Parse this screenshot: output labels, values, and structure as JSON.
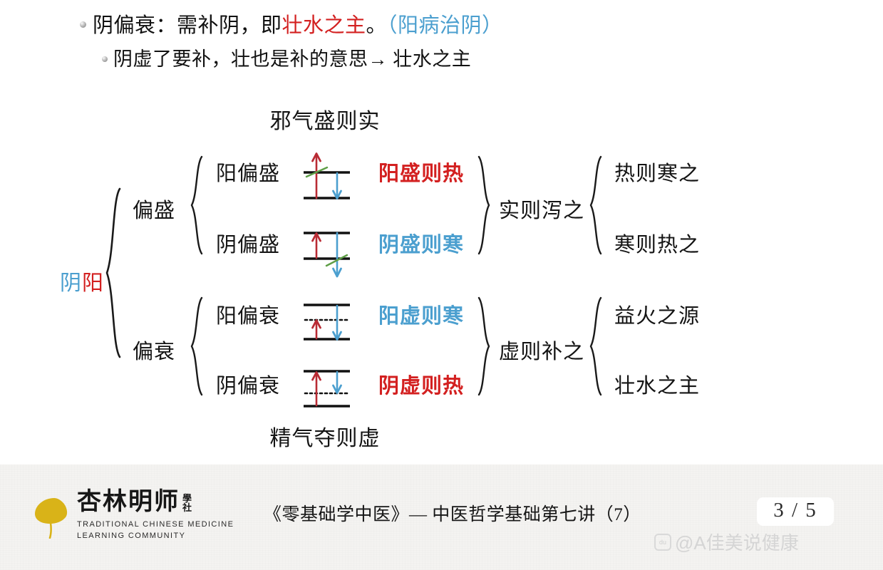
{
  "bullets": [
    {
      "level": 1,
      "segments": [
        {
          "text": "阴偏衰：需补阴，即",
          "color": "black"
        },
        {
          "text": "壮水之主",
          "color": "red"
        },
        {
          "text": "。",
          "color": "black"
        },
        {
          "text": "（阳病治阴）",
          "color": "blue"
        }
      ]
    },
    {
      "level": 2,
      "segments": [
        {
          "text": "阴虚了要补，壮也是补的意思→ 壮水之主",
          "color": "black"
        }
      ]
    }
  ],
  "diagram": {
    "heading_top": "邪气盛则实",
    "heading_bottom": "精气夺则虚",
    "root": {
      "yin": "阴",
      "yang": "阳"
    },
    "groups": [
      {
        "label": "偏盛",
        "summary": "实则泻之"
      },
      {
        "label": "偏衰",
        "summary": "虚则补之"
      }
    ],
    "rows": [
      {
        "cause": "阳偏盛",
        "result": "阳盛则热",
        "result_color": "red",
        "treatment": "热则寒之"
      },
      {
        "cause": "阴偏盛",
        "result": "阴盛则寒",
        "result_color": "blue",
        "treatment": "寒则热之"
      },
      {
        "cause": "阳偏衰",
        "result": "阳虚则寒",
        "result_color": "blue",
        "treatment": "益火之源"
      },
      {
        "cause": "阴偏衰",
        "result": "阴虚则热",
        "result_color": "red",
        "treatment": "壮水之主"
      }
    ]
  },
  "footer": {
    "logo_cn": "杏林明师",
    "logo_sub_top": "學",
    "logo_sub_bottom": "社",
    "logo_en_line1": "TRADITIONAL CHINESE MEDICINE",
    "logo_en_line2": "LEARNING COMMUNITY",
    "title": "《零基础学中医》— 中医哲学基础第七讲（7）",
    "page": "3 / 5",
    "watermark": "@A佳美说健康",
    "watermark_badge": "du"
  },
  "colors": {
    "red": "#d32020",
    "blue": "#4b9fcf",
    "green": "#5e9e46",
    "logo_gold": "#d9b318",
    "text": "#141414"
  }
}
